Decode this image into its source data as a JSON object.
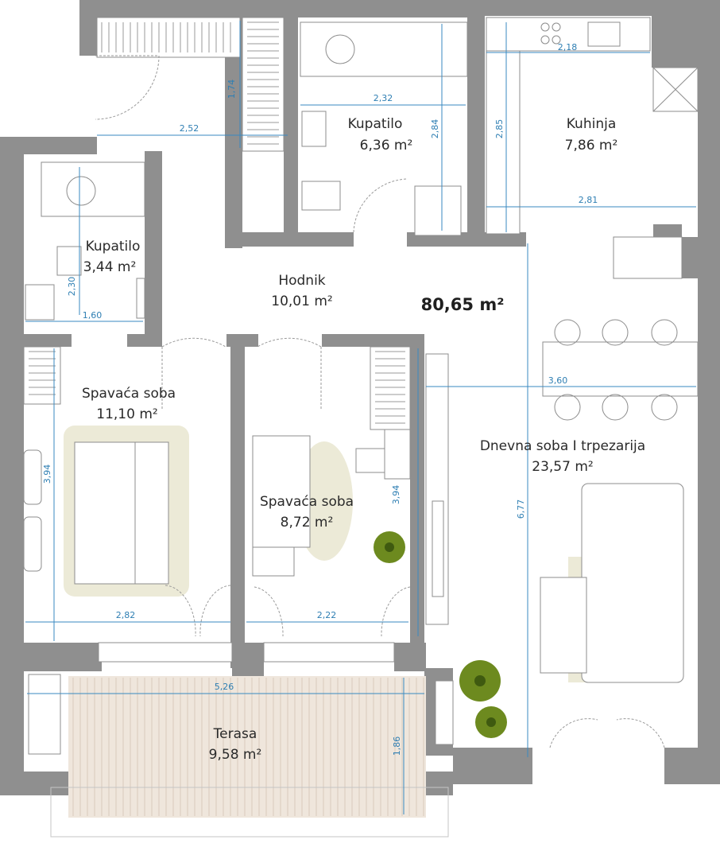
{
  "total_area": "80,65 m²",
  "rooms": {
    "kupatilo_large": {
      "name": "Kupatilo",
      "area": "6,36 m²"
    },
    "kuhinja": {
      "name": "Kuhinja",
      "area": "7,86 m²"
    },
    "kupatilo_small": {
      "name": "Kupatilo",
      "area": "3,44 m²"
    },
    "hodnik": {
      "name": "Hodnik",
      "area": "10,01 m²"
    },
    "spavaca_large": {
      "name": "Spavaća soba",
      "area": "11,10 m²"
    },
    "spavaca_small": {
      "name": "Spavaća soba",
      "area": "8,72 m²"
    },
    "dnevna": {
      "name": "Dnevna soba I trpezarija",
      "area": "23,57 m²"
    },
    "terasa": {
      "name": "Terasa",
      "area": "9,58 m²"
    }
  },
  "dimensions": {
    "d_2_18": "2,18",
    "d_1_74": "1,74",
    "d_2_32": "2,32",
    "d_2_84": "2,84",
    "d_2_85": "2,85",
    "d_2_52": "2,52",
    "d_2_81": "2,81",
    "d_2_30": "2,30",
    "d_1_60": "1,60",
    "d_3_60": "3,60",
    "d_3_94_left": "3,94",
    "d_3_94_mid": "3,94",
    "d_6_77": "6,77",
    "d_2_82": "2,82",
    "d_2_22": "2,22",
    "d_5_26": "5,26",
    "d_1_86": "1,86"
  },
  "colors": {
    "wall": "#8f8f8f",
    "dimension": "#2f7fb3",
    "rug": "#ecead7",
    "plant": "#6d8a1f"
  }
}
